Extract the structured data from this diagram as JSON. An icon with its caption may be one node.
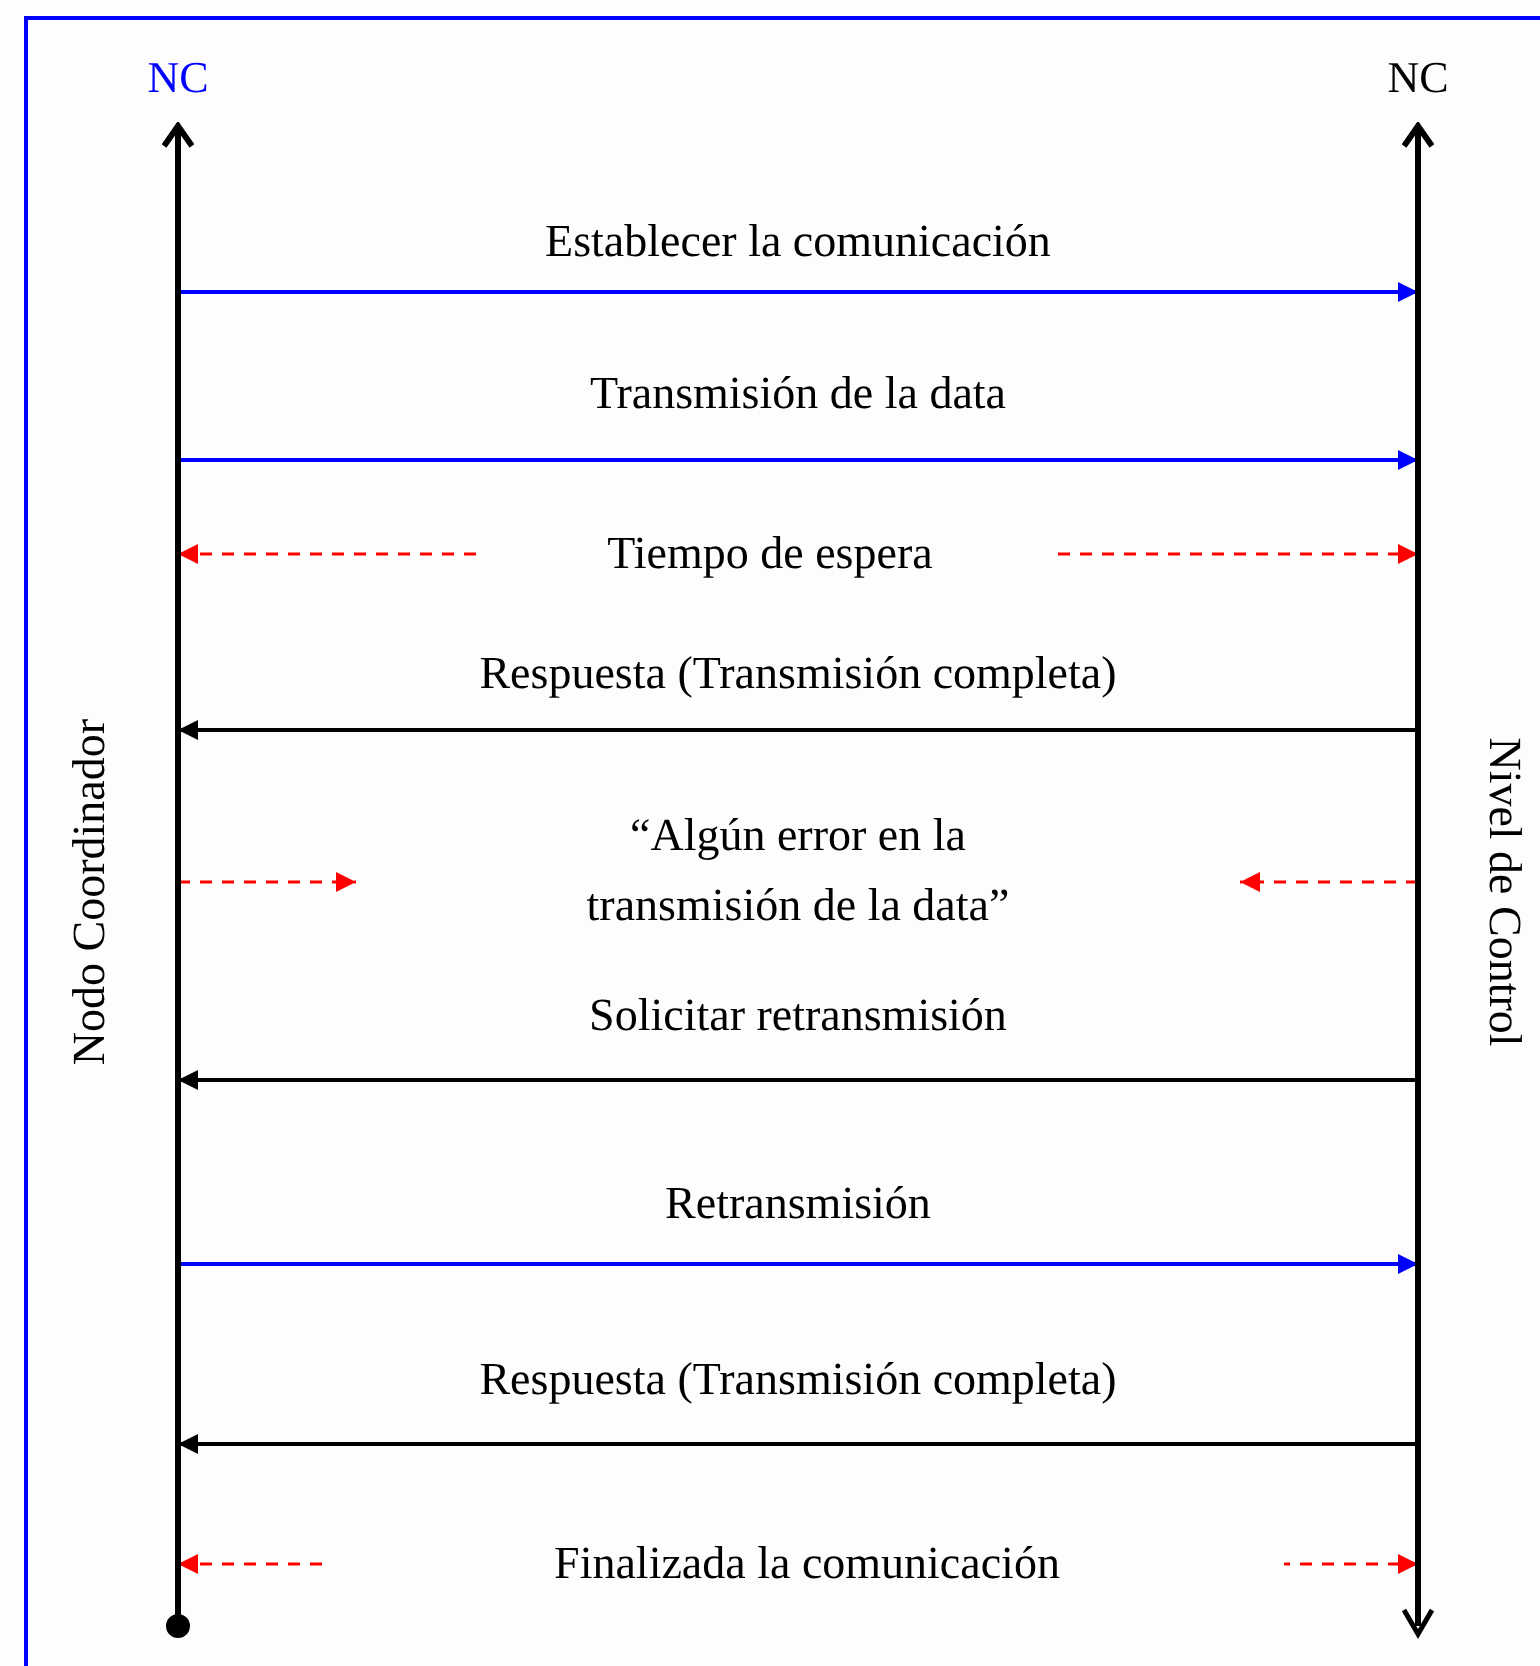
{
  "diagram": {
    "nodes": [
      {
        "text": [
          "NC"
        ],
        "beside": [
          "Nodo Coordinador"
        ]
      },
      {
        "text": [
          "NC"
        ],
        "beside": [
          "Nivel de Control"
        ]
      }
    ],
    "edges": [
      {
        "from": 0,
        "to": 1,
        "arrow": "to",
        "label": "Establecer la comunicación",
        "color": "#0000ff"
      },
      {
        "from": 0,
        "to": 1,
        "arrow": "to",
        "label": "Transmisión de la data",
        "color": "#0000ff"
      },
      {
        "from": 0,
        "to": 1,
        "arrow": "both",
        "label": "Tiempo de espera",
        "style": "dashed",
        "color": "#ff0000"
      },
      {
        "from": 1,
        "to": 0,
        "arrow": "to",
        "label": "Respuesta (Transmisión completa)",
        "color": "#000000"
      },
      {
        "from": 0,
        "to": null,
        "arrow": "to",
        "style": "dashed",
        "color": "#ff0000"
      },
      {
        "from": 1,
        "to": null,
        "arrow": "to",
        "style": "dashed",
        "color": "#ff0000"
      },
      {
        "from": 1,
        "to": 0,
        "arrow": "to",
        "label": "Solicitar retransmisión",
        "color": "#000000"
      },
      {
        "from": 0,
        "to": 1,
        "arrow": "to",
        "label": "Retransmisión",
        "color": "#0000ff"
      },
      {
        "from": 1,
        "to": 0,
        "arrow": "to",
        "label": "Respuesta (Transmisión completa)",
        "color": "#000000"
      },
      {
        "from": 0,
        "to": 1,
        "arrow": "both",
        "label": "Finalizada la comunicación",
        "style": "dashed",
        "color": "#ff0000"
      }
    ],
    "labels": [
      "“Algún error en la transmisión de la data”"
    ]
  }
}
